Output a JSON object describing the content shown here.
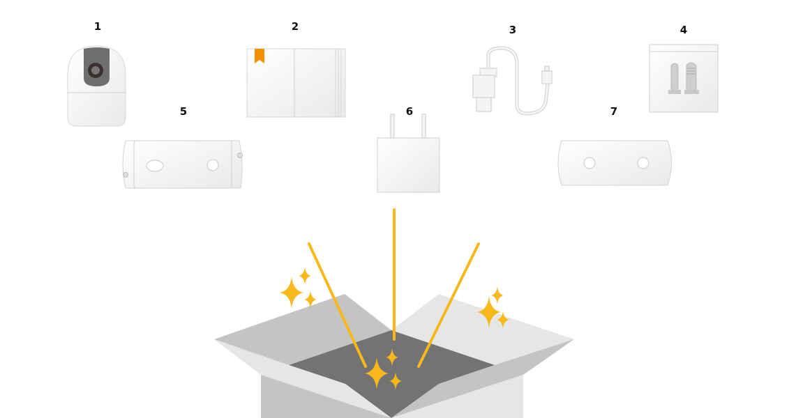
{
  "items": [
    {
      "number": "1",
      "icon": "camera-icon"
    },
    {
      "number": "2",
      "icon": "manual-book-icon"
    },
    {
      "number": "3",
      "icon": "usb-cable-icon"
    },
    {
      "number": "4",
      "icon": "screw-bag-icon"
    },
    {
      "number": "5",
      "icon": "mounting-plate-icon"
    },
    {
      "number": "6",
      "icon": "power-adapter-icon"
    },
    {
      "number": "7",
      "icon": "metal-plate-icon"
    }
  ],
  "colors": {
    "accent": "#f8b81c",
    "bookmark": "#f39200",
    "box_dark": "#737373",
    "box_mid": "#c4c4c4",
    "box_light": "#e6e6e6"
  }
}
